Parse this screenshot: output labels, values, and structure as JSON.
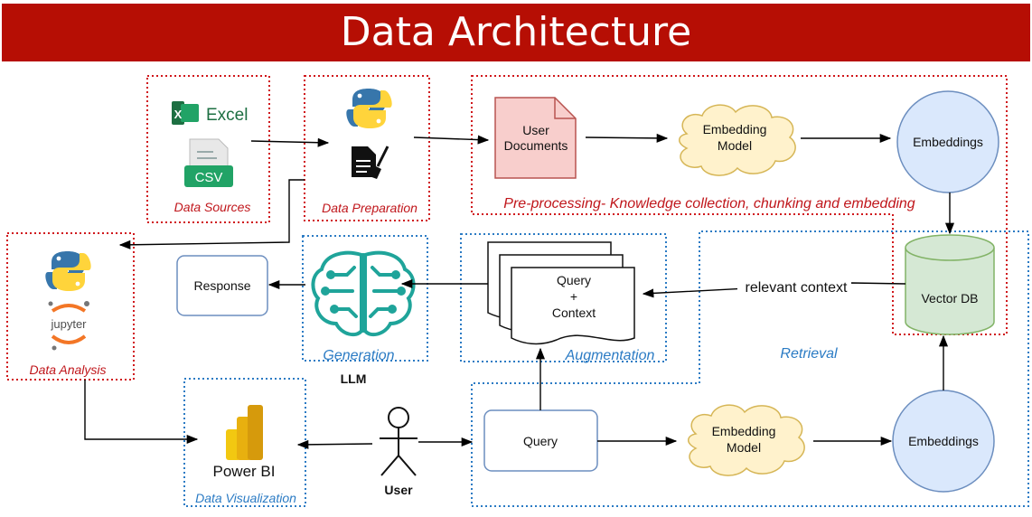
{
  "title": "Data Architecture",
  "groups": {
    "data_sources": "Data Sources",
    "data_preparation": "Data Preparation",
    "preprocessing": "Pre-processing- Knowledge collection, chunking and embedding",
    "data_analysis": "Data Analysis",
    "generation": "Generation",
    "augmentation": "Augmentation",
    "retrieval": "Retrieval",
    "data_visualization": "Data Visualization"
  },
  "nodes": {
    "excel": "Excel",
    "csv": "CSV",
    "jupyter": "jupyter",
    "user_documents_line1": "User",
    "user_documents_line2": "Documents",
    "embedding_model_top_line1": "Embedding",
    "embedding_model_top_line2": "Model",
    "embeddings_top": "Embeddings",
    "vector_db": "Vector DB",
    "response": "Response",
    "llm": "LLM",
    "query_context_line1": "Query",
    "query_context_line2": "+",
    "query_context_line3": "Context",
    "query": "Query",
    "embedding_model_bottom_line1": "Embedding",
    "embedding_model_bottom_line2": "Model",
    "embeddings_bottom": "Embeddings",
    "power_bi": "Power BI",
    "user": "User"
  },
  "edges": {
    "relevant_context": "relevant context"
  },
  "colors": {
    "banner": "#b60e04",
    "red_group": "#d0161b",
    "blue_group": "#2b7bc4",
    "excel_green": "#1d6f42",
    "csv_green": "#21a366",
    "python_blue": "#3776ab",
    "python_yellow": "#ffd43b",
    "llm_teal": "#1fa49a",
    "powerbi_yellow": "#f2c811",
    "doc_fill": "#f8cecc",
    "doc_stroke": "#b85450",
    "cloud_fill": "#fff2cc",
    "cloud_stroke": "#d6b656",
    "circle_fill": "#dae8fc",
    "circle_stroke": "#6c8ebf",
    "db_fill": "#d5e8d4",
    "db_stroke": "#82b366"
  },
  "icons": [
    "excel-icon",
    "csv-icon",
    "python-icon",
    "document-brush-icon",
    "jupyter-icon",
    "llm-brain-icon",
    "power-bi-icon",
    "user-icon"
  ]
}
